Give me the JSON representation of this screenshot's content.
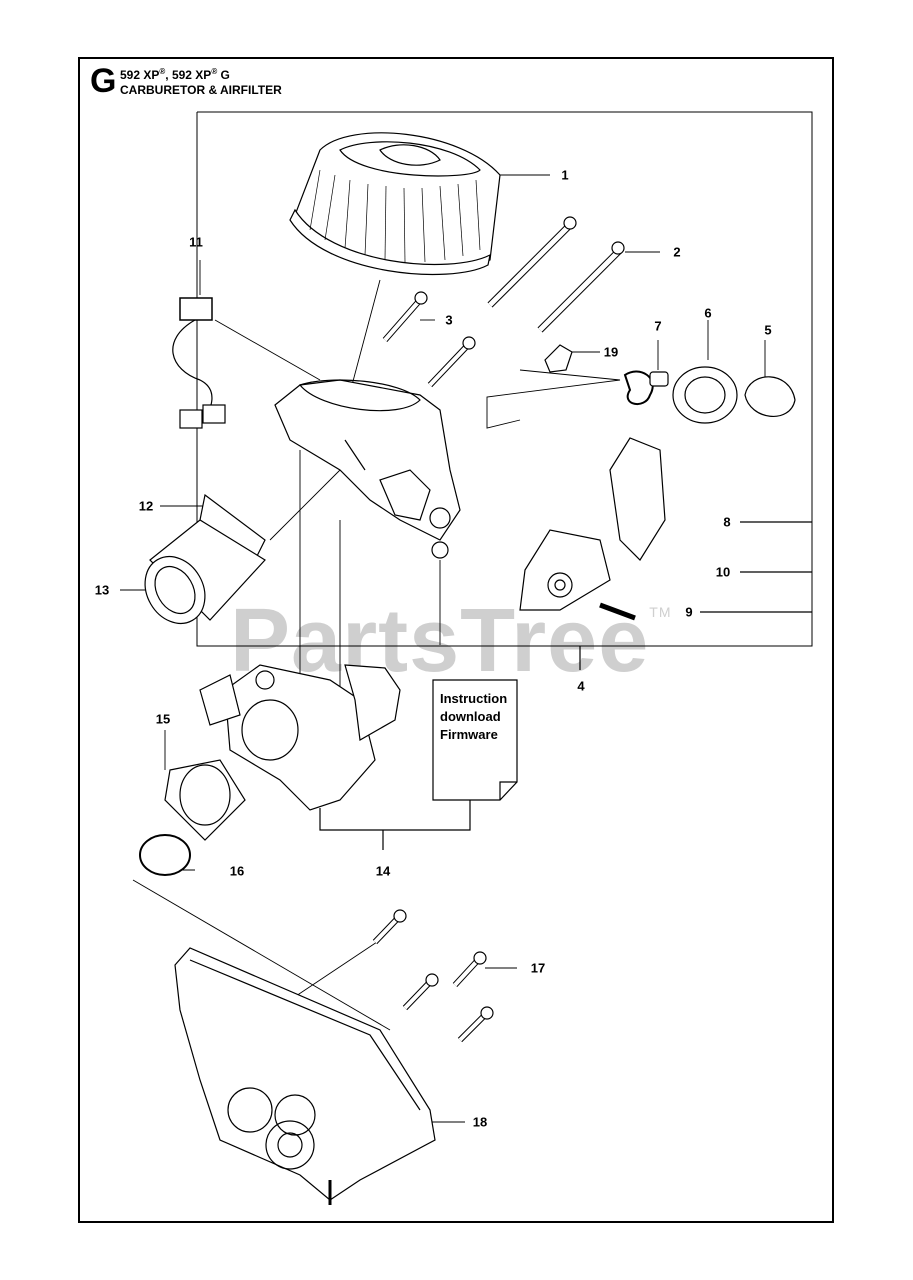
{
  "header": {
    "section_letter": "G",
    "model_a": "592 XP",
    "reg_mark": "®",
    "model_sep": ", 592 XP",
    "model_suffix": " G",
    "title": "CARBURETOR & AIRFILTER"
  },
  "watermark": {
    "text": "PartsTree",
    "tm": "TM"
  },
  "document_note": {
    "line1": "Instruction",
    "line2": "download",
    "line3": "Firmware"
  },
  "callouts": [
    "1",
    "2",
    "3",
    "4",
    "5",
    "6",
    "7",
    "8",
    "9",
    "10",
    "11",
    "12",
    "13",
    "14",
    "15",
    "16",
    "17",
    "18",
    "19"
  ]
}
